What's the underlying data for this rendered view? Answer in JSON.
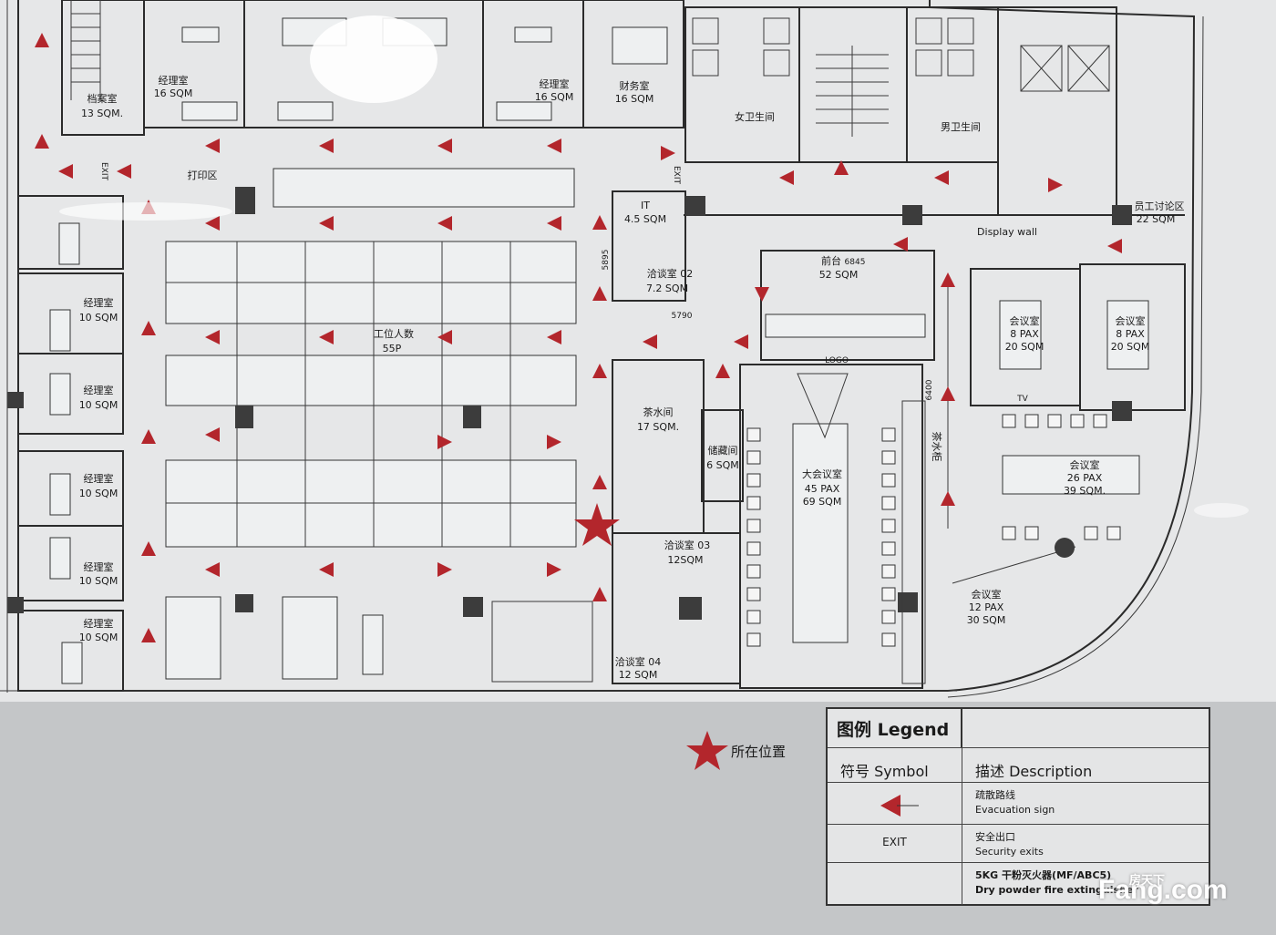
{
  "rooms": [
    {
      "name": "档案室",
      "area": "13 SQM."
    },
    {
      "name": "经理室",
      "area": "16 SQM"
    },
    {
      "name": "经理室",
      "area": "16 SQM"
    },
    {
      "name": "财务室",
      "area": "16 SQM"
    },
    {
      "name": "女卫生间",
      "area": ""
    },
    {
      "name": "男卫生间",
      "area": ""
    },
    {
      "name": "打印区",
      "area": ""
    },
    {
      "name": "IT",
      "area": "4.5 SQM"
    },
    {
      "name": "洽谈室 02",
      "area": "7.2 SQM"
    },
    {
      "name": "前台",
      "area": "52 SQM"
    },
    {
      "name": "员工讨论区",
      "area": "22 SQM"
    },
    {
      "name": "经理室",
      "area": "10 SQM"
    },
    {
      "name": "经理室",
      "area": "10 SQM"
    },
    {
      "name": "经理室",
      "area": "10 SQM"
    },
    {
      "name": "经理室",
      "area": "10 SQM"
    },
    {
      "name": "经理室",
      "area": "10 SQM"
    },
    {
      "name": "工位人数",
      "area": "55P"
    },
    {
      "name": "茶水间",
      "area": "17 SQM."
    },
    {
      "name": "储藏间",
      "area": "6 SQM"
    },
    {
      "name": "洽谈室 03",
      "area": "12SQM"
    },
    {
      "name": "洽谈室 04",
      "area": "12 SQM"
    },
    {
      "name": "大会议室",
      "area": "45 PAX|69 SQM"
    },
    {
      "name": "会议室",
      "area": "8 PAX|20 SQM"
    },
    {
      "name": "会议室",
      "area": "8 PAX|20 SQM"
    },
    {
      "name": "茶水柜",
      "area": ""
    },
    {
      "name": "会议室",
      "area": "26 PAX|39 SQM."
    },
    {
      "name": "会议室",
      "area": "12 PAX|30 SQM"
    }
  ],
  "plan_labels": {
    "display_wall": "Display wall",
    "logo": "LOGO",
    "tv": "TV",
    "exit": "EXIT",
    "dim_5895": "5895",
    "dim_5790": "5790",
    "dim_6845": "6845",
    "dim_6400": "6400"
  },
  "location_marker_label": "所在位置",
  "legend": {
    "title": "图例 Legend",
    "symbol_header": "符号 Symbol",
    "description_header": "描述 Description",
    "items": [
      {
        "symbol": "evacuation-arrow",
        "cn": "疏散路线",
        "en": "Evacuation sign"
      },
      {
        "symbol": "EXIT",
        "cn": "安全出口",
        "en": "Security exits"
      },
      {
        "symbol": "",
        "cn": "5KG 干粉灭火器(MF/ABC5)",
        "en": "Dry powder fire extinguisher"
      }
    ]
  },
  "watermark": {
    "text": "Fang.com",
    "tag": "房天下"
  },
  "colors": {
    "arrow": "#b3262c",
    "paper": "#e6e7e8",
    "wall": "#2b2b2b",
    "background": "#c7c9cb"
  }
}
